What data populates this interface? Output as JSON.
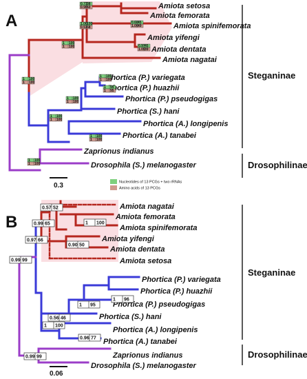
{
  "panels": {
    "a": {
      "label": "A",
      "taxa": [
        {
          "id": "a-setosa",
          "pre": "Amiota setosa",
          "mid": "",
          "post": ""
        },
        {
          "id": "a-femorata",
          "pre": "Amiota femorata",
          "mid": "",
          "post": ""
        },
        {
          "id": "a-spinifemorata",
          "pre": "Amiota spinifemorata",
          "mid": "",
          "post": ""
        },
        {
          "id": "a-yifengi",
          "pre": "Amiota yifengi",
          "mid": "",
          "post": ""
        },
        {
          "id": "a-dentata",
          "pre": "Amiota dentata",
          "mid": "",
          "post": ""
        },
        {
          "id": "a-nagatai",
          "pre": "Amiota nagatai",
          "mid": "",
          "post": ""
        },
        {
          "id": "a-variegata",
          "pre": "Phortica (",
          "mid": "P.",
          "post": ") variegata"
        },
        {
          "id": "a-huazhii",
          "pre": "Phortica (",
          "mid": "P.",
          "post": ") huazhii"
        },
        {
          "id": "a-pseudogigas",
          "pre": "Phortica (",
          "mid": "P.",
          "post": ") pseudogigas"
        },
        {
          "id": "a-hani",
          "pre": "Phortica (",
          "mid": "S.",
          "post": ") hani"
        },
        {
          "id": "a-longipenis",
          "pre": "Phortica (",
          "mid": "A.",
          "post": ") longipenis"
        },
        {
          "id": "a-tanabei",
          "pre": "Phortica (",
          "mid": "A.",
          "post": ") tanabei"
        },
        {
          "id": "a-zaprionus",
          "pre": "Zaprionus indianus",
          "mid": "",
          "post": ""
        },
        {
          "id": "a-drosophila",
          "pre": "Drosophila (",
          "mid": "S.",
          "post": ") melanogaster"
        }
      ],
      "supports": [
        {
          "id": "sa1",
          "top": [
            "0.73",
            "38"
          ],
          "bot": [
            "0.90",
            "50"
          ]
        },
        {
          "id": "sa2",
          "top": [
            "0.60",
            "45"
          ],
          "bot": [
            "1.00",
            "49"
          ]
        },
        {
          "id": "sa3",
          "top": [
            "1.00",
            "100"
          ],
          "bot": [
            "0.51",
            "58"
          ]
        },
        {
          "id": "sa4",
          "top": [
            "0.97",
            "45"
          ],
          "bot": [
            "1.00",
            "39"
          ]
        },
        {
          "id": "sa5",
          "top": [
            "1",
            "100"
          ],
          "bot": [
            "1",
            "100"
          ]
        },
        {
          "id": "sa6",
          "top": [
            "1",
            "100"
          ],
          "bot": [
            "1",
            "100"
          ]
        },
        {
          "id": "sa7",
          "top": [
            "1",
            "99"
          ],
          "bot": [
            "1",
            "95"
          ]
        },
        {
          "id": "sa8",
          "top": [
            "1",
            "100"
          ],
          "bot": [
            "1",
            "100"
          ]
        },
        {
          "id": "sa9",
          "top": [
            "1",
            "100"
          ],
          "bot": [
            "1",
            "100"
          ]
        },
        {
          "id": "sa10",
          "top": [
            "1",
            "100"
          ],
          "bot": [
            "1",
            "100"
          ]
        },
        {
          "id": "sa11",
          "top": [
            "1",
            "100"
          ],
          "bot": [
            "1",
            "100"
          ]
        },
        {
          "id": "sa12",
          "top": [
            "1",
            "100"
          ],
          "bot": [
            "1",
            "100"
          ]
        }
      ],
      "clades": {
        "steganinae": "Steganinae",
        "drosophilinae": "Drosophilinae"
      },
      "scale": "0.3",
      "legend": {
        "nucleotides": "Nucleotides of 13 PCGs + two rRNAs",
        "amino": "Amino acids of 13 PCGs"
      }
    },
    "b": {
      "label": "B",
      "taxa": [
        {
          "id": "b-nagatai",
          "pre": "Amiota nagatai",
          "mid": "",
          "post": ""
        },
        {
          "id": "b-femorata",
          "pre": "Amiota femorata",
          "mid": "",
          "post": ""
        },
        {
          "id": "b-spinifemorata",
          "pre": "Amiota spinifemorata",
          "mid": "",
          "post": ""
        },
        {
          "id": "b-yifengi",
          "pre": "Amiota yifengi",
          "mid": "",
          "post": ""
        },
        {
          "id": "b-dentata",
          "pre": "Amiota dentata",
          "mid": "",
          "post": ""
        },
        {
          "id": "b-setosa",
          "pre": "Amiota setosa",
          "mid": "",
          "post": ""
        },
        {
          "id": "b-variegata",
          "pre": "Phortica (",
          "mid": "P.",
          "post": ") variegata"
        },
        {
          "id": "b-huazhii",
          "pre": "Phortica (",
          "mid": "P.",
          "post": ") huazhii"
        },
        {
          "id": "b-pseudogigas",
          "pre": "Phortica (",
          "mid": "P.",
          "post": ") pseudogigas"
        },
        {
          "id": "b-hani",
          "pre": "Phortica (",
          "mid": "S.",
          "post": ") hani"
        },
        {
          "id": "b-longipenis",
          "pre": "Phortica (",
          "mid": "A.",
          "post": ") longipenis"
        },
        {
          "id": "b-tanabei",
          "pre": "Phortica (",
          "mid": "A.",
          "post": ") tanabei"
        },
        {
          "id": "b-zaprionus",
          "pre": "Zaprionus indianus",
          "mid": "",
          "post": ""
        },
        {
          "id": "b-drosophila",
          "pre": "Drosophila (",
          "mid": "S.",
          "post": ") melanogaster"
        }
      ],
      "supports": [
        {
          "id": "sb1",
          "vals": [
            "0.57",
            "52"
          ]
        },
        {
          "id": "sb2",
          "vals": [
            "0.99",
            "65"
          ]
        },
        {
          "id": "sb3",
          "vals": [
            "1",
            "100"
          ]
        },
        {
          "id": "sb4",
          "vals": [
            "0.97",
            "66"
          ]
        },
        {
          "id": "sb5",
          "vals": [
            "0.90",
            "50"
          ]
        },
        {
          "id": "sb6",
          "vals": [
            "0.99",
            "99"
          ]
        },
        {
          "id": "sb7",
          "vals": [
            "1",
            "96"
          ]
        },
        {
          "id": "sb8",
          "vals": [
            "1",
            "95"
          ]
        },
        {
          "id": "sb9",
          "vals": [
            "0.56",
            "46"
          ]
        },
        {
          "id": "sb10",
          "vals": [
            "1",
            "100"
          ]
        },
        {
          "id": "sb11",
          "vals": [
            "0.96",
            "77"
          ]
        },
        {
          "id": "sb12",
          "vals": [
            "0.99",
            "99"
          ]
        }
      ],
      "clades": {
        "steganinae": "Steganinae",
        "drosophilinae": "Drosophilinae"
      },
      "scale": "0.06"
    }
  },
  "colors": {
    "amiota": "#b5261e",
    "phortica": "#3a3ad8",
    "outgroup": "#9b3dc8",
    "glow": "#f4b6bf",
    "nucleotide": "#7ed07e",
    "amino": "#cf9a8e",
    "black": "#111111"
  }
}
